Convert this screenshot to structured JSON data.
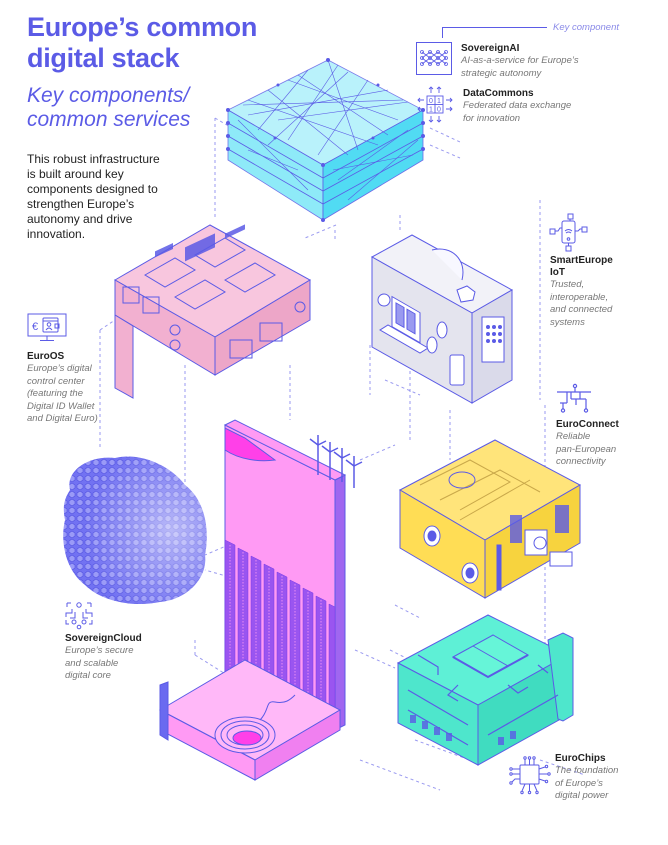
{
  "header": {
    "title_line1": "Europe’s common",
    "title_line2": "digital stack",
    "subtitle_line1": "Key components/",
    "subtitle_line2": "common services",
    "intro": [
      "This robust infrastructure",
      "is built around key",
      "components designed to",
      "strengthen Europe’s",
      "autonomy and drive",
      "innovation."
    ]
  },
  "legend": {
    "key_component_label": "Key component"
  },
  "components": {
    "sovereign_ai": {
      "name": "SovereignAI",
      "desc": [
        "AI-as-a-service for Europe’s",
        "strategic autonomy"
      ],
      "icon": "neural-network-icon"
    },
    "data_commons": {
      "name": "DataCommons",
      "desc": [
        "Federated data exchange",
        "for innovation"
      ],
      "icon": "data-exchange-icon",
      "grid": [
        "0",
        "1",
        "1",
        "0"
      ]
    },
    "smart_europe_iot": {
      "name_line1": "SmartEurope",
      "name_line2": "IoT",
      "desc": [
        "Trusted,",
        "interoperable,",
        "and connected",
        "systems"
      ],
      "icon": "iot-device-icon"
    },
    "euro_os": {
      "name": "EuroOS",
      "desc": [
        "Europe’s digital",
        "control center",
        "(featuring the",
        "Digital ID Wallet",
        "and Digital Euro)"
      ],
      "icon": "monitor-wallet-icon",
      "euro_symbol": "€"
    },
    "euro_connect": {
      "name": "EuroConnect",
      "desc": [
        "Reliable",
        "pan-European",
        "connectivity"
      ],
      "icon": "network-topology-icon"
    },
    "sovereign_cloud": {
      "name": "SovereignCloud",
      "desc": [
        "Europe’s secure",
        "and scalable",
        "digital core"
      ],
      "icon": "cloud-nodes-icon"
    },
    "euro_chips": {
      "name": "EuroChips",
      "desc": [
        "The foundation",
        "of Europe’s",
        "digital power"
      ],
      "icon": "microchip-icon"
    }
  },
  "colors": {
    "accent": "#5b5be6",
    "ai_block": "#5ce0f5",
    "os_block": "#f2b8d8",
    "iot_block": "#e8e8f2",
    "connect_block": "#ffdd55",
    "chips_block": "#4ef0c8",
    "energy_block": "#ff99f5",
    "cloud_block": "#6a6af0",
    "text_dark": "#222222",
    "text_muted": "#777777"
  }
}
